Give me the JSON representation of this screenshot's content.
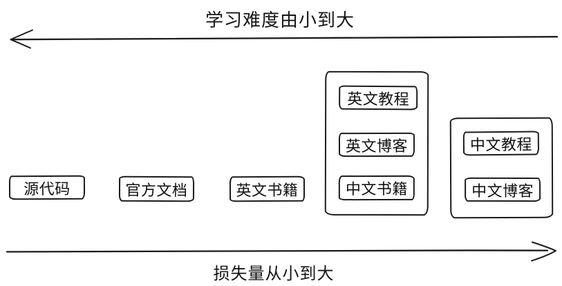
{
  "header": {
    "difficulty_label": "学习难度由小到大"
  },
  "footer": {
    "loss_label": "损失量从小到大"
  },
  "items": {
    "source_code": "源代码",
    "official_docs": "官方文档",
    "english_books": "英文书籍"
  },
  "group_english": {
    "tutorial": "英文教程",
    "blog": "英文博客",
    "books": "中文书籍"
  },
  "group_chinese": {
    "tutorial": "中文教程",
    "blog": "中文博客"
  },
  "arrows": {
    "difficulty_direction": "left",
    "loss_direction": "right"
  },
  "colors": {
    "stroke": "#1b1b1b",
    "background": "#ffffff",
    "text": "#141414"
  }
}
